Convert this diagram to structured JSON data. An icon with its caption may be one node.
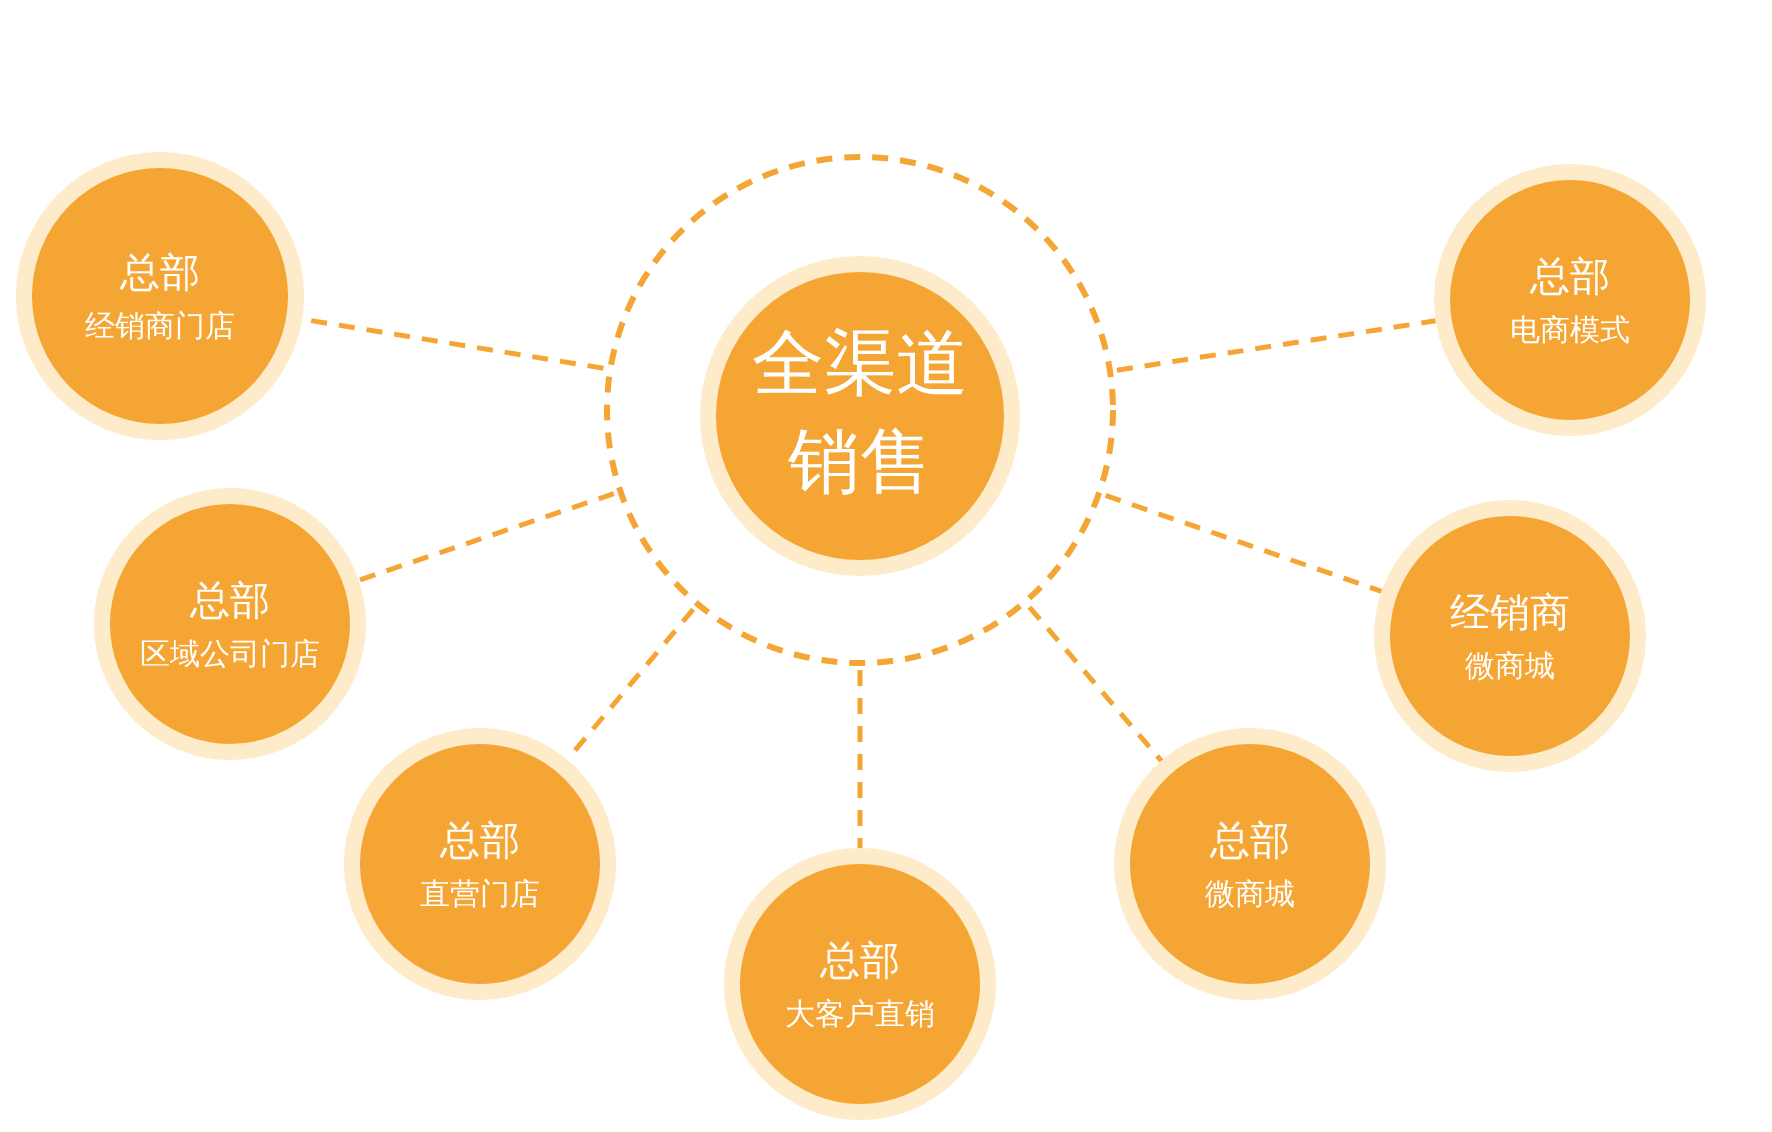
{
  "diagram": {
    "nodes": [
      {
        "text": [],
        "shape": "circle"
      },
      {
        "text": [
          "全渠道销售"
        ],
        "in": 0
      },
      {
        "text": [
          "总部",
          "经销商门店"
        ]
      },
      {
        "text": [
          "总部",
          "电商模式"
        ]
      },
      {
        "text": [
          "总部",
          "区域公司门店"
        ]
      },
      {
        "text": [
          "经销商",
          "微商城"
        ]
      },
      {
        "text": [
          "总部",
          "直营门店"
        ]
      },
      {
        "text": [
          "总部",
          "微商城"
        ]
      },
      {
        "text": [
          "总部",
          "大客户直销"
        ]
      }
    ],
    "edges": [
      {
        "from": 0,
        "to": 2,
        "arrow": "none",
        "style": "dashed"
      },
      {
        "from": 0,
        "to": 3,
        "arrow": "none",
        "style": "dashed"
      },
      {
        "from": 0,
        "to": 4,
        "arrow": "none",
        "style": "dashed"
      },
      {
        "from": 0,
        "to": 5,
        "arrow": "none",
        "style": "dashed"
      },
      {
        "from": 0,
        "to": 6,
        "arrow": "none",
        "style": "dashed"
      },
      {
        "from": 0,
        "to": 7,
        "arrow": "none",
        "style": "dashed"
      },
      {
        "from": 0,
        "to": 8,
        "arrow": "none",
        "style": "dashed"
      }
    ]
  }
}
